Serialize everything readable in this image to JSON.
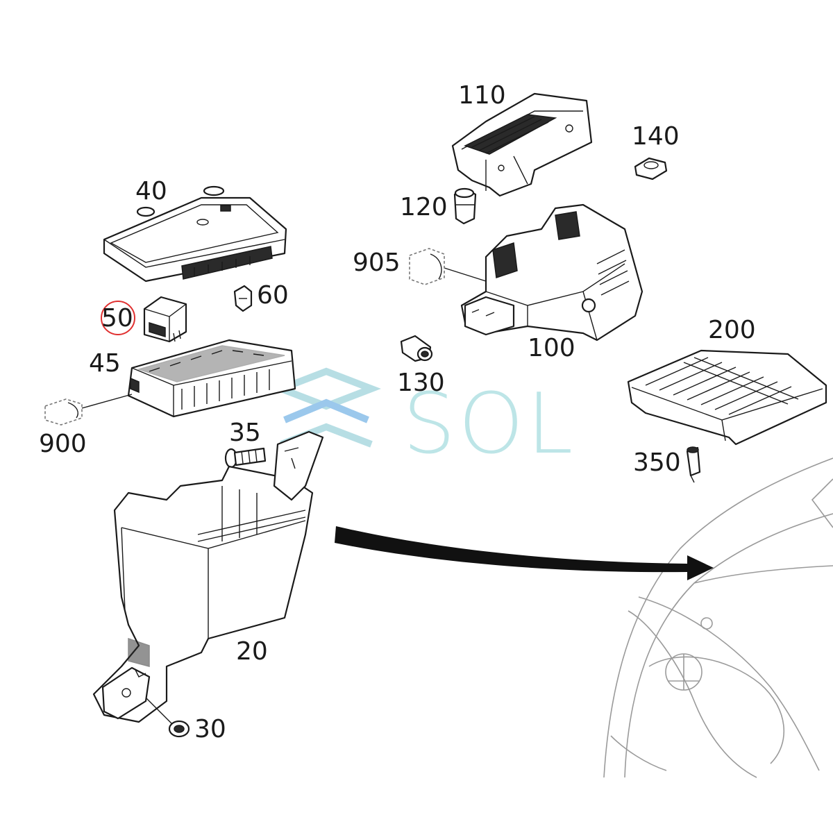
{
  "labels": {
    "p20": "20",
    "p30": "30",
    "p35": "35",
    "p40": "40",
    "p45": "45",
    "p50": "50",
    "p60": "60",
    "p100": "100",
    "p110": "110",
    "p120": "120",
    "p130": "130",
    "p140": "140",
    "p200": "200",
    "p350": "350",
    "p900": "900",
    "p905": "905"
  },
  "watermark": {
    "text": "SOL",
    "color": "#a8dde0",
    "chevron_color": "#7ab6e6"
  },
  "highlight": {
    "part": "50",
    "color": "#e03030"
  }
}
